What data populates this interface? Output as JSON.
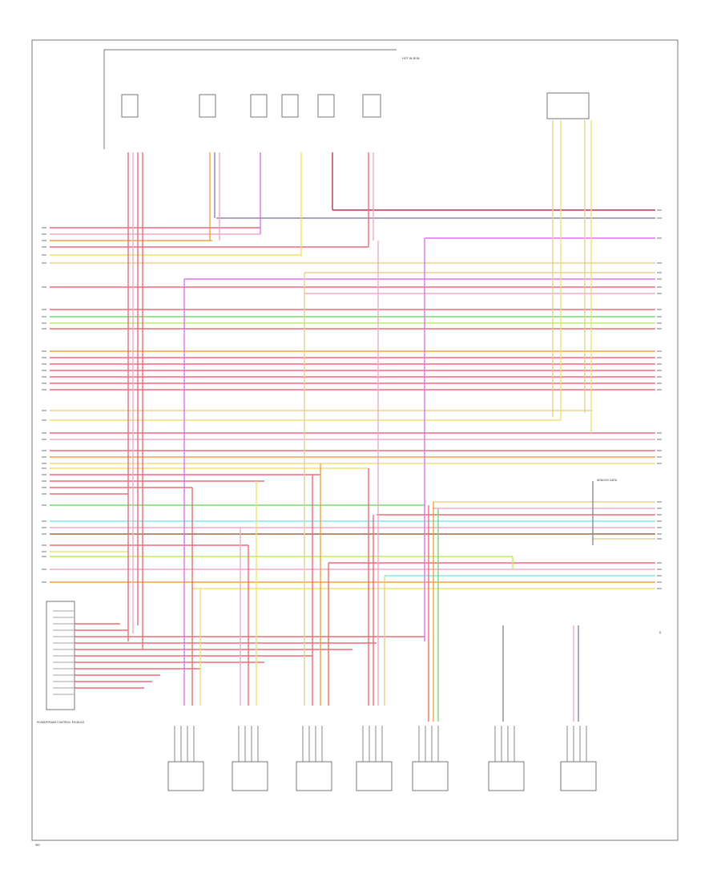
{
  "colors": {
    "red": "#f06a78",
    "pink": "#f3a9c8",
    "orange": "#f6a040",
    "yellow": "#f0e070",
    "green": "#78d870",
    "lime": "#b8f060",
    "cyan": "#80e8f0",
    "violet": "#e070f0",
    "brown": "#a06a40",
    "gray": "#8a8aa0",
    "tan": "#e8d090",
    "darkred": "#c03050"
  },
  "labels": {
    "footer_code": "W0",
    "right_tag": "B",
    "top_box_caption": "HOT IN RUN",
    "left_block_caption": "POWERTRAIN CONTROL MODULE",
    "right_block_caption": "SENSOR DATA"
  }
}
